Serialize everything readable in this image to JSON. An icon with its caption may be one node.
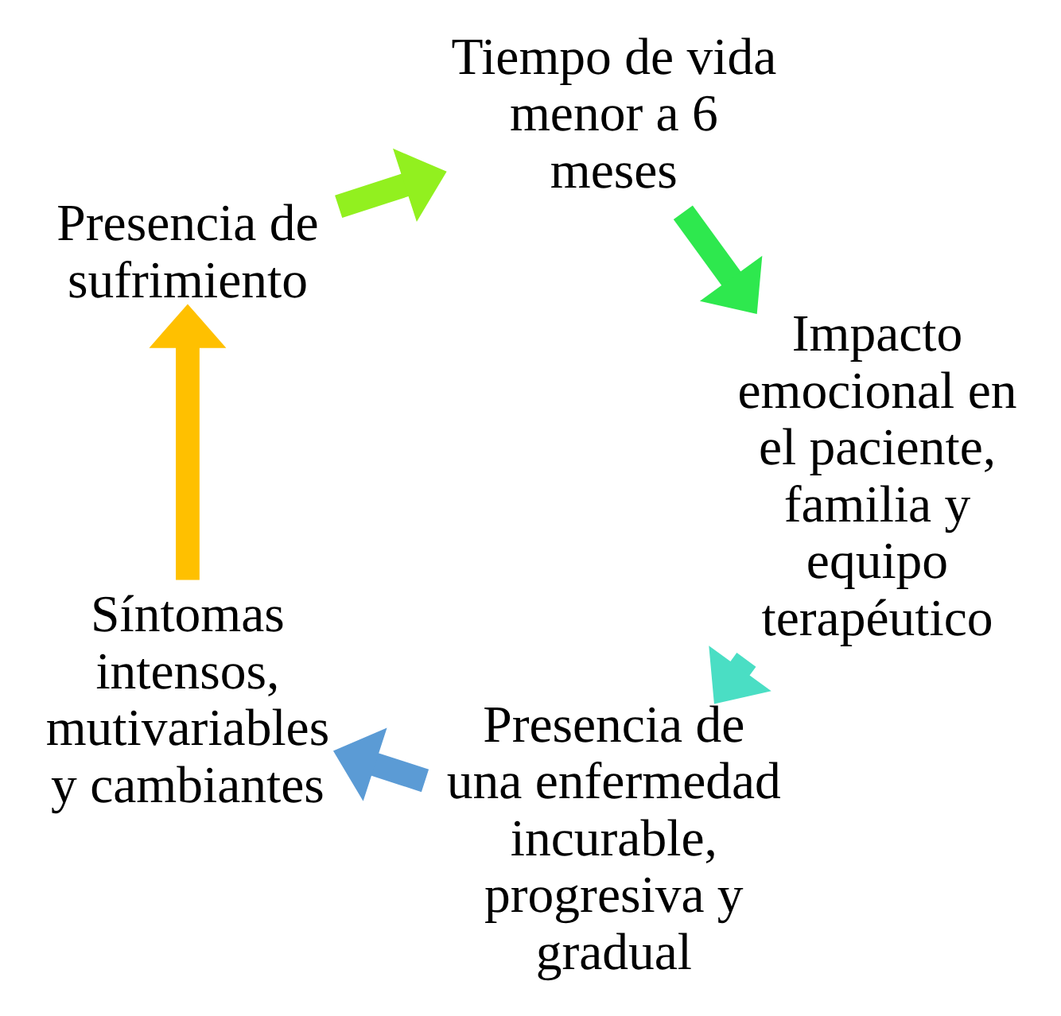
{
  "diagram": {
    "nodes": [
      {
        "text": [
          "Presencia de una enfermedad incurable, progresiva y gradual"
        ]
      },
      {
        "text": [
          "Síntomas intensos, mutivariables y cambiantes"
        ]
      },
      {
        "text": [
          "Presencia de sufrimiento"
        ]
      },
      {
        "text": [
          "Tiempo de vida menor a 6 meses"
        ]
      },
      {
        "text": [
          "Impacto emocional en el paciente, familia y equipo terapéutico"
        ]
      }
    ],
    "edges": [
      {
        "from": 0,
        "to": 1,
        "arrow": "to",
        "color": "#5b9bd5"
      },
      {
        "from": 1,
        "to": 2,
        "arrow": "to",
        "color": "#ffc000"
      },
      {
        "from": 2,
        "to": 3,
        "arrow": "to",
        "color": "#92f01f"
      },
      {
        "from": 3,
        "to": 4,
        "arrow": "to",
        "color": "#2ee84e"
      },
      {
        "from": 4,
        "to": 0,
        "arrow": "to",
        "color": "#4adec4"
      }
    ]
  }
}
